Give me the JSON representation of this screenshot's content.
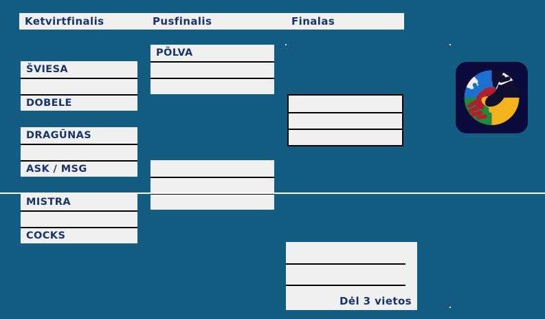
{
  "page": {
    "background_color": "#145d82",
    "box_fill_color": "#f0f0f0",
    "text_color": "#17346b",
    "rule_color": "#000000"
  },
  "header": {
    "round_1_label": "Ketvirtfinalis",
    "round_2_label": "Pusfinalis",
    "round_3_label": "Finalas"
  },
  "bracket": {
    "quarterfinals": [
      {
        "top_team": "ŠVIESA",
        "score": "",
        "bottom_team": "DOBELE"
      },
      {
        "top_team": "DRAGŪNAS",
        "score": "",
        "bottom_team": "ASK / MSG"
      },
      {
        "top_team": "MISTRA",
        "score": "",
        "bottom_team": "COCKS"
      }
    ],
    "semifinals": [
      {
        "top_team": "PÕLVA",
        "score": "",
        "bottom_team": ""
      },
      {
        "top_team": "",
        "score": "",
        "bottom_team": ""
      }
    ],
    "final": {
      "top_team": "",
      "score": "",
      "bottom_team": ""
    },
    "third_place": {
      "top_team": "",
      "score": "",
      "bottom_team": "",
      "label": "Dėl 3 vietos"
    }
  },
  "logo": {
    "name": "four-hands-circle-logo",
    "background_color": "#0b0b3b",
    "hand_colors": {
      "blue": "#1f6fd0",
      "red": "#b01f2e",
      "yellow": "#f3b31c",
      "dark": "#10102e",
      "green": "#1f8a3c",
      "white": "#f0f0f0"
    }
  }
}
